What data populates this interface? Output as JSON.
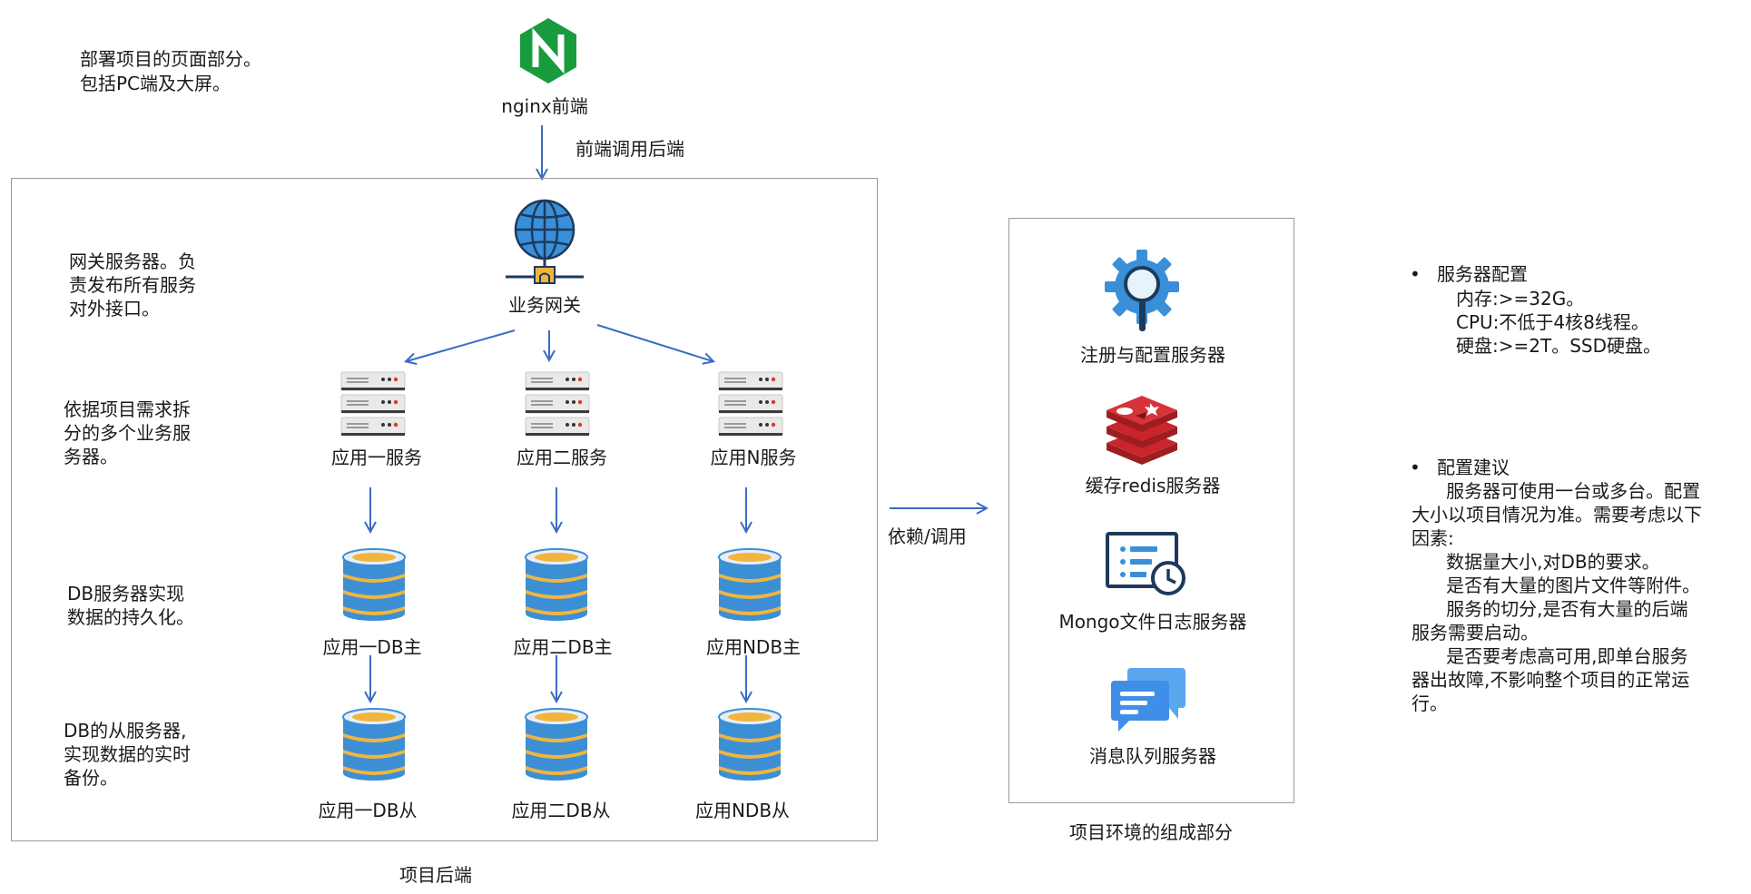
{
  "frontend": {
    "note_line1": "部署项目的页面部分。",
    "note_line2": "包括PC端及大屏。",
    "nginx_label": "nginx前端",
    "call_label": "前端调用后端"
  },
  "backend": {
    "title": "项目后端",
    "gateway_note": [
      "网关服务器。负",
      "责发布所有服务",
      "对外接口。"
    ],
    "gateway_label": "业务网关",
    "services_note": [
      "依据项目需求拆",
      "分的多个业务服",
      "务器。"
    ],
    "db_note": [
      "DB服务器实现",
      "数据的持久化。"
    ],
    "slave_note": [
      "DB的从服务器,",
      "实现数据的实时",
      "备份。"
    ],
    "services": [
      "应用一服务",
      "应用二服务",
      "应用N服务"
    ],
    "db_masters": [
      "应用一DB主",
      "应用二DB主",
      "应用NDB主"
    ],
    "db_slaves": [
      "应用一DB从",
      "应用二DB从",
      "应用NDB从"
    ]
  },
  "dependency_label": "依赖/调用",
  "environment": {
    "title": "项目环境的组成部分",
    "components": [
      "注册与配置服务器",
      "缓存redis服务器",
      "Mongo文件日志服务器",
      "消息队列服务器"
    ]
  },
  "server_config": {
    "heading": "服务器配置",
    "lines": [
      "内存:>=32G。",
      "CPU:不低于4核8线程。",
      "硬盘:>=2T。SSD硬盘。"
    ]
  },
  "config_advice": {
    "heading": "配置建议",
    "lines": [
      "      服务器可使用一台或多台。配置",
      "大小以项目情况为准。需要考虑以下",
      "因素:",
      "      数据量大小,对DB的要求。",
      "      是否有大量的图片文件等附件。",
      "      服务的切分,是否有大量的后端",
      "服务需要启动。",
      "      是否要考虑高可用,即单台服务",
      "器出故障,不影响整个项目的正常运",
      "行。"
    ]
  },
  "colors": {
    "arrow": "#3b6bc4",
    "nginx_green": "#189b3d",
    "globe_blue": "#3a8fd8",
    "db_blue": "#3c8fd4",
    "db_gold": "#f1b53d",
    "redis_red": "#c8262b",
    "gear_blue": "#3a8fd8",
    "chat_blue": "#3f8ee8"
  }
}
